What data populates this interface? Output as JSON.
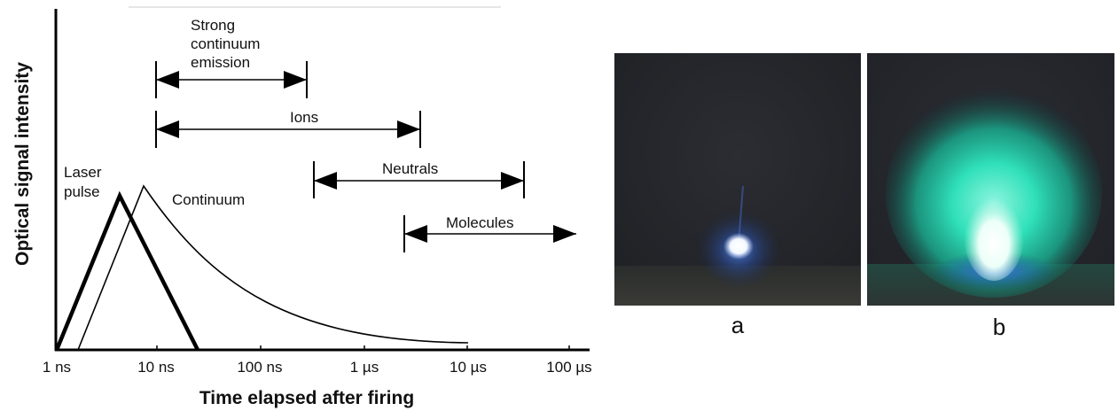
{
  "diagram": {
    "y_axis_label": "Optical signal intensity",
    "x_axis_label": "Time elapsed after firing",
    "tick_labels": [
      "1 ns",
      "10 ns",
      "100 ns",
      "1 µs",
      "10 µs",
      "100 µs"
    ],
    "curves": {
      "laser_pulse": [
        "Laser",
        "pulse"
      ],
      "continuum": "Continuum"
    },
    "ranges": [
      {
        "id": "strong-continuum",
        "label_lines": [
          "Strong",
          "continuum",
          "emission"
        ]
      },
      {
        "id": "ions",
        "label_lines": [
          "Ions"
        ]
      },
      {
        "id": "neutrals",
        "label_lines": [
          "Neutrals"
        ]
      },
      {
        "id": "molecules",
        "label_lines": [
          "Molecules"
        ]
      }
    ]
  },
  "photos": [
    {
      "label": "a",
      "glow_color": "#ffffff",
      "halo_color": "#3f6fd6"
    },
    {
      "label": "b",
      "glow_color": "#29e0b7",
      "halo_color": "#1b5fd9"
    }
  ]
}
